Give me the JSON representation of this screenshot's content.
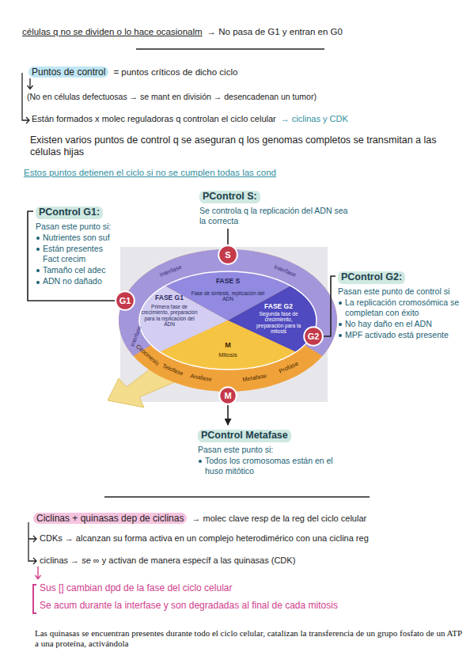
{
  "diagram": {
    "nodes": [
      {
        "text": [
          "G1"
        ]
      },
      {
        "text": [
          "S"
        ]
      },
      {
        "text": [
          "G2"
        ]
      },
      {
        "text": [
          "M"
        ]
      },
      {
        "text": [
          "PControl G1:",
          "Pasan este punto si:",
          "Nutrientes son suf",
          "Están presentes Fact crecim",
          "Tamaño cel adec",
          "ADN no dañado"
        ]
      },
      {
        "text": [
          "PControl S:",
          "Se controla q la replicación del ADN sea la correcta"
        ]
      },
      {
        "text": [
          "PControl G2:",
          "Pasan este punto de control si",
          "La replicación cromosómica se completan con éxito",
          "No hay daño en el ADN",
          "MPF activado está presente"
        ]
      },
      {
        "text": [
          "PControl Metafase",
          "Pasan este punto si:",
          "Todos los cromosomas están en el huso mitótico"
        ]
      }
    ],
    "edges": [
      {
        "from": 0,
        "to": 4,
        "arrow": "none"
      },
      {
        "from": 1,
        "to": 5,
        "arrow": "none"
      },
      {
        "from": 2,
        "to": 6,
        "arrow": "none"
      },
      {
        "from": 3,
        "to": 7,
        "arrow": "to"
      }
    ],
    "labels": [
      "células q no se dividen o lo hace ocasionalm",
      "→ No pasa de G1 y entran en G0",
      "Puntos de control",
      "= puntos críticos de dicho ciclo",
      "(No en células defectuosas → se mant en división → desencadenan un tumor)",
      "Están formados x molec reguladoras q controlan el ciclo celular",
      "→ ciclinas y CDK",
      "Existen varios puntos de control q se aseguran q los genomas completos se transmitan a las células hijas",
      "Estos puntos detienen el ciclo si no se cumplen todas las cond",
      "FASE G1",
      "Primera fase de crecimiento, preparación para la replicación del ADN",
      "FASE S",
      "Fase de síntesis, replicación del ADN",
      "FASE G2",
      "Segunda fase de crecimiento, preparación para la mitosis",
      "M",
      "Mitosis",
      "Citocinesis",
      "Telofase",
      "Anafase",
      "Metafase",
      "Profase",
      "Interfase",
      "Interfase",
      "Interfase",
      "Ciclinas + quinasas dep de ciclinas",
      "→ molec clave resp de la reg del ciclo celular",
      "CDKs → alcanzan su forma activa en un complejo heterodimérico con una ciclina reg",
      "ciclinas → se ∞ y activan de manera específ a las quinasas (CDK)",
      "Sus [] cambian dpd de la fase del ciclo celular",
      "Se acum durante la interfase y son degradadas al final de cada mitosis",
      "Las quinasas se encuentran presentes durante todo el ciclo celular, catalizan la transferencia de un grupo fosfato de un ATP a una proteína, activándola"
    ]
  }
}
